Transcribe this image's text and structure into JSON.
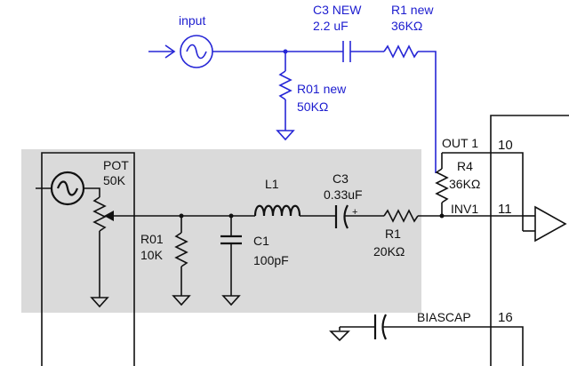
{
  "new_circuit": {
    "input_label": "input",
    "c3_new_label": "C3 NEW",
    "c3_new_value": "2.2 uF",
    "r1_new_label": "R1 new",
    "r1_new_value": "36KΩ",
    "r01_new_label": "R01 new",
    "r01_new_value": "50KΩ"
  },
  "old_circuit": {
    "pot_label": "POT",
    "pot_value": "50K",
    "l1_label": "L1",
    "c3_label": "C3",
    "c3_value": "0.33uF",
    "c3_polarity": "+",
    "r01_label": "R01",
    "r01_value": "10K",
    "c1_label": "C1",
    "c1_value": "100pF",
    "r1_label": "R1",
    "r1_value": "20KΩ"
  },
  "chip": {
    "r4_label": "R4",
    "r4_value": "36KΩ",
    "pins": [
      {
        "name": "OUT 1",
        "number": "10"
      },
      {
        "name": "INV1",
        "number": "11"
      },
      {
        "name": "BIASCAP",
        "number": "16"
      }
    ]
  },
  "colors": {
    "new_wiring": "#2626d6",
    "old_wiring": "#111111",
    "highlight_box": "#dadada"
  }
}
